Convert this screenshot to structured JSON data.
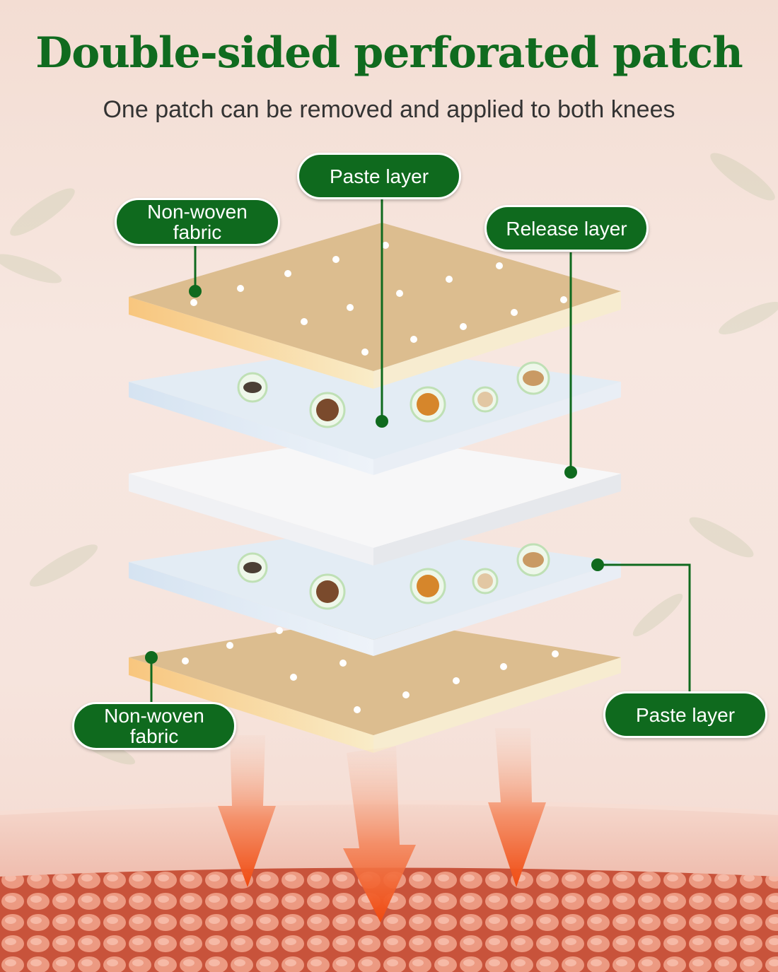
{
  "header": {
    "title": "Double-sided perforated patch",
    "subtitle": "One patch can be removed and applied to both knees"
  },
  "labels": {
    "paste_top": "Paste layer",
    "nonwoven_top_line1": "Non-woven",
    "nonwoven_top_line2": "fabric",
    "release": "Release layer",
    "nonwoven_bottom_line1": "Non-woven",
    "nonwoven_bottom_line2": "fabric",
    "paste_bottom": "Paste layer"
  },
  "colors": {
    "label_green": "#0f6a1e",
    "fabric_top": "#dcbd8f",
    "fabric_edge": "#f7c98a",
    "paste_face": "#e3ecf4",
    "release_face": "#f6f6f7",
    "heat_arrow": "#f05a1c"
  },
  "icons": [
    "seed-icon",
    "grain-icon",
    "herb-icon",
    "root-slice-icon",
    "ginger-icon"
  ]
}
